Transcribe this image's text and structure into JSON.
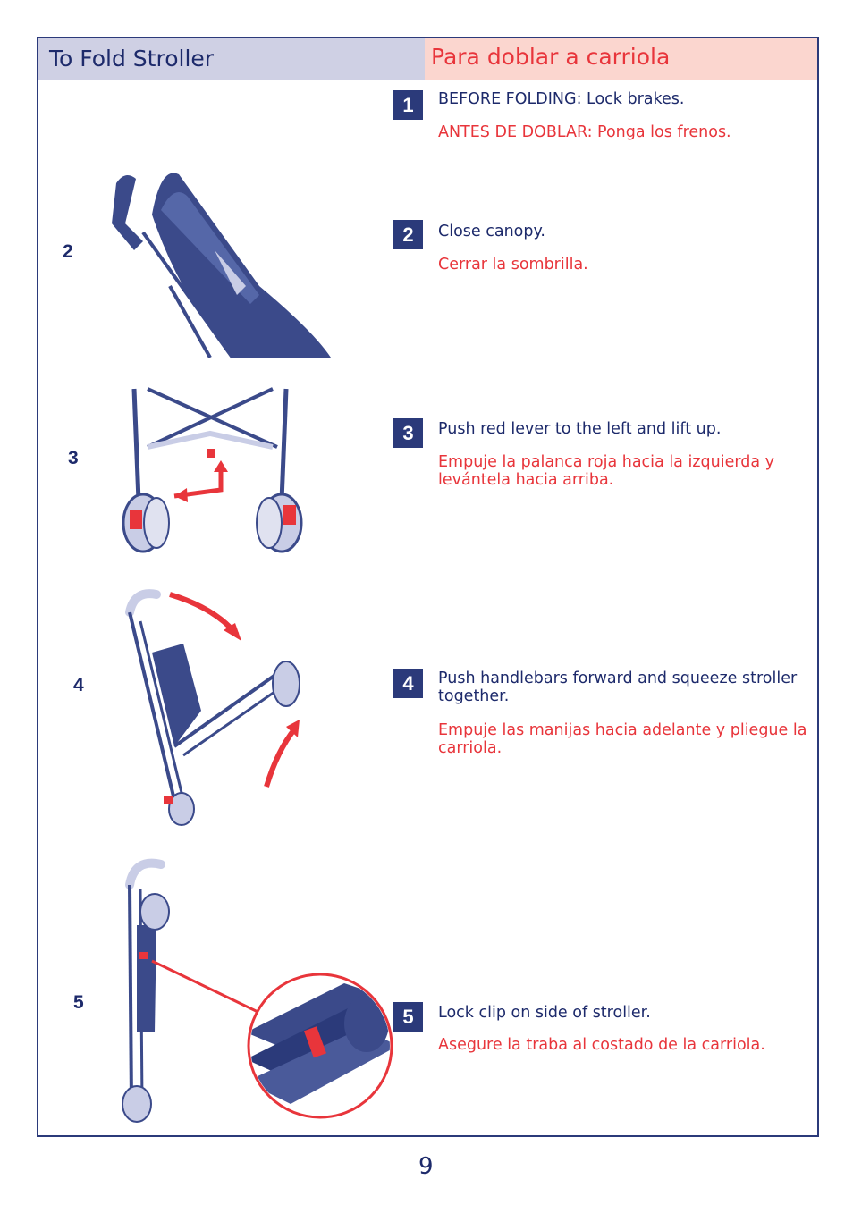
{
  "header": {
    "title_en": "To Fold Stroller",
    "title_es": "Para doblar a carriola"
  },
  "steps": [
    {
      "num": "1",
      "en_prefix": "BEFORE FOLDING",
      "en_text": ": Lock brakes.",
      "es_prefix": "ANTES DE DOBLAR",
      "es_text": ": Ponga los frenos."
    },
    {
      "num": "2",
      "en_text": "Close canopy.",
      "es_text": "Cerrar la sombrilla."
    },
    {
      "num": "3",
      "en_text": "Push red lever to the left and lift up.",
      "es_text": "Empuje la palanca roja hacia la izquierda y levántela hacia arriba."
    },
    {
      "num": "4",
      "en_text": "Push handlebars forward and squeeze stroller together.",
      "es_text": "Empuje las manijas hacia adelante y pliegue la carriola."
    },
    {
      "num": "5",
      "en_text": "Lock clip on side of stroller.",
      "es_text": "Asegure la traba al costado de la carriola."
    }
  ],
  "figures": {
    "fig2_label": "2",
    "fig3_label": "3",
    "fig4_label": "4",
    "fig5_label": "5"
  },
  "page_number": "9",
  "colors": {
    "navy": "#2b3a7a",
    "red": "#e8353b",
    "header_en_bg": "#cfd0e4",
    "header_es_bg": "#fbd6cf"
  }
}
